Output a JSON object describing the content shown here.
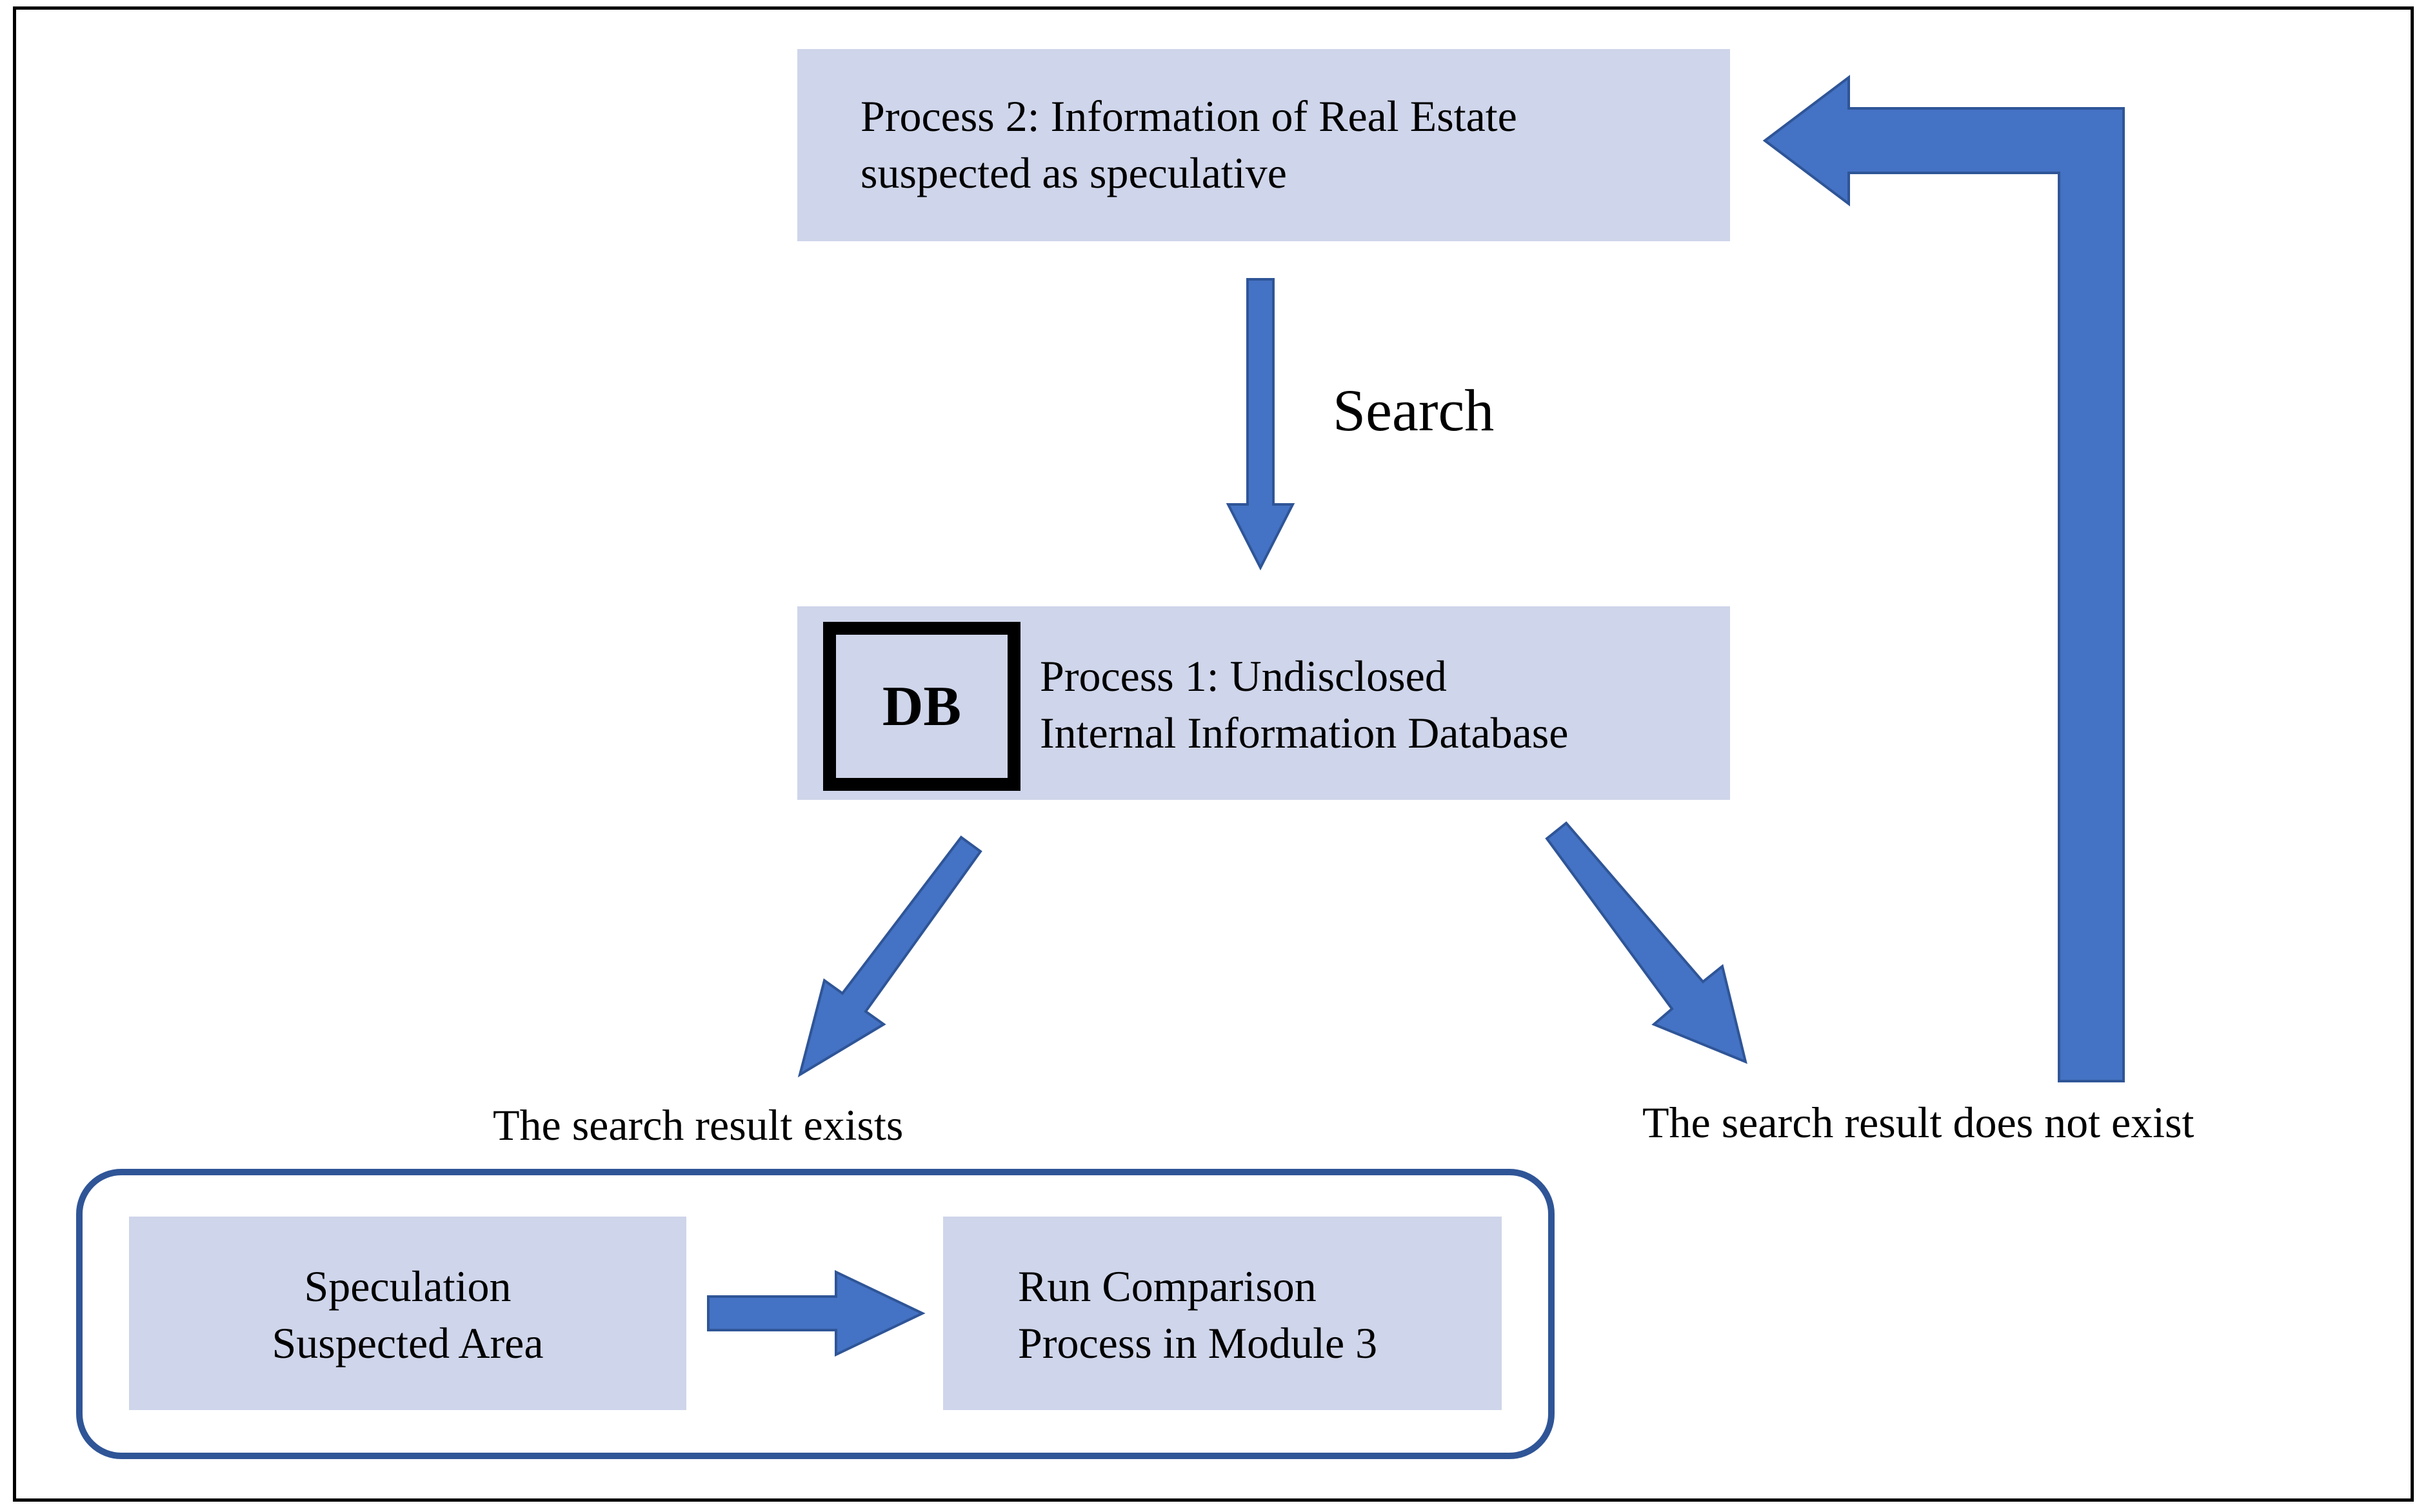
{
  "process2": {
    "line1": "Process 2: Information of Real Estate",
    "line2": "suspected as speculative"
  },
  "search_label": "Search",
  "process1": {
    "db_label": "DB",
    "line1": "Process 1: Undisclosed",
    "line2": "Internal Information Database"
  },
  "outcome_exists": "The search result exists",
  "outcome_not_exists": "The search result does not exist",
  "speculation_area": {
    "line1": "Speculation",
    "line2": "Suspected Area"
  },
  "comparison": {
    "line1": "Run Comparison",
    "line2": "Process in Module 3"
  },
  "colors": {
    "arrow": "#4472c4",
    "arrow_stroke": "#2f5597",
    "box_fill": "#cfd5ea",
    "group_border": "#2f5597"
  }
}
